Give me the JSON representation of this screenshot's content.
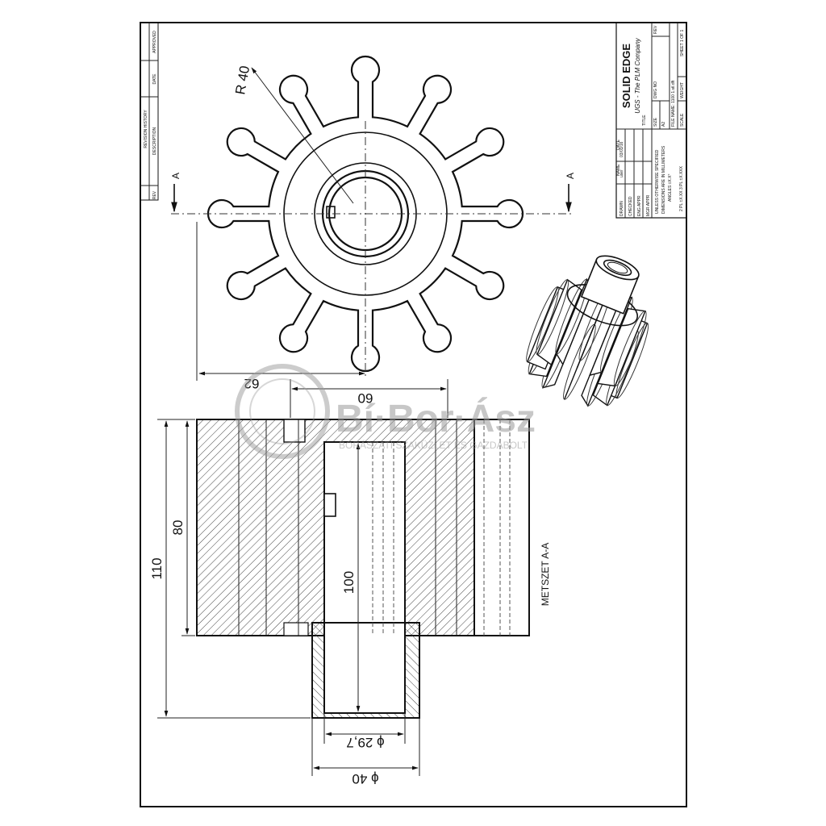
{
  "revision_block": {
    "header": "REVISION HISTORY",
    "columns": [
      "REV",
      "DESCRIPTION",
      "DATE",
      "APPROVED"
    ]
  },
  "title_block": {
    "company": "SOLID EDGE",
    "tagline": "UGS - The PLM Company",
    "roles": [
      "DRAWN",
      "CHECKED",
      "ENG APPR",
      "MGR APPR"
    ],
    "name_header": "NAME",
    "date_header": "DATE",
    "drawn_name": "user",
    "drawn_date": "03/03/16",
    "notes": [
      "UNLESS OTHERWISE SPECIFIED",
      "DIMENSIONS ARE IN MILLIMETERS",
      "ANGLES ±X.X°",
      "2 PL ±X.XX 3 PL ±X.XXX"
    ],
    "title_label": "TITLE",
    "size_label": "SIZE",
    "size_value": "A2",
    "dwg_label": "DWG NO",
    "rev_label": "REV",
    "file_name": "FILE NAME: 1100 1.stl.dft",
    "scale": "SCALE",
    "weight": "WEIGHT",
    "sheet": "SHEET 1 OF 1"
  },
  "dimensions": {
    "radius": "R 40",
    "width_62": "62",
    "width_60": "60",
    "height_110": "110",
    "height_80": "80",
    "height_100": "100",
    "diam_inner": "ϕ 29,7",
    "diam_outer": "ϕ 40"
  },
  "section_marks": {
    "left": "A",
    "right": "A",
    "label": "METSZET A-A"
  },
  "watermark": {
    "name": "Bí·Bor·Ász",
    "tagline": "BORÁSZATI SZAKÜZLET ÉS GAZDABOLT"
  }
}
